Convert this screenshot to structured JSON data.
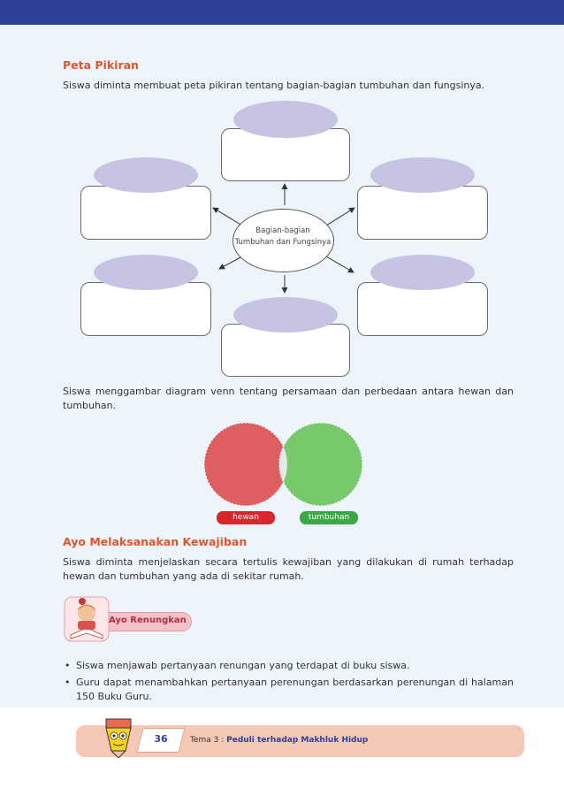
{
  "section1": {
    "heading": "Peta Pikiran",
    "text": "Siswa diminta membuat peta pikiran tentang bagian-bagian tumbuhan dan fungsinya."
  },
  "mindmap": {
    "center_line1": "Bagian-bagian",
    "center_line2": "Tumbuhan dan Fungsinya"
  },
  "section2": {
    "text": "Siswa menggambar diagram venn tentang persamaan dan perbedaan antara hewan dan tumbuhan."
  },
  "venn": {
    "left_label": "hewan",
    "right_label": "tumbuhan",
    "left_color": "#de5f62",
    "right_color": "#78c96c",
    "overlap_color": "#e8e8e8"
  },
  "section3": {
    "heading": "Ayo Melaksanakan Kewajiban",
    "text": "Siswa diminta menjelaskan secara tertulis kewajiban yang dilakukan di rumah terhadap hewan dan tumbuhan yang ada di sekitar rumah."
  },
  "renungkan": {
    "label": "Ayo Renungkan"
  },
  "bullets": [
    "Siswa menjawab pertanyaan renungan yang terdapat di buku siswa.",
    "Guru dapat menambahkan pertanyaan perenungan berdasarkan perenungan di halaman 150 Buku Guru."
  ],
  "footer": {
    "page_number": "36",
    "theme_prefix": "Tema 3 : ",
    "theme_title": "Peduli terhadap Makhluk Hidup"
  },
  "colors": {
    "header_blue": "#2d4196",
    "heading_orange": "#e0562a",
    "cap_lavender": "#c7c3e3",
    "footer_peach": "#f5c8b6"
  }
}
